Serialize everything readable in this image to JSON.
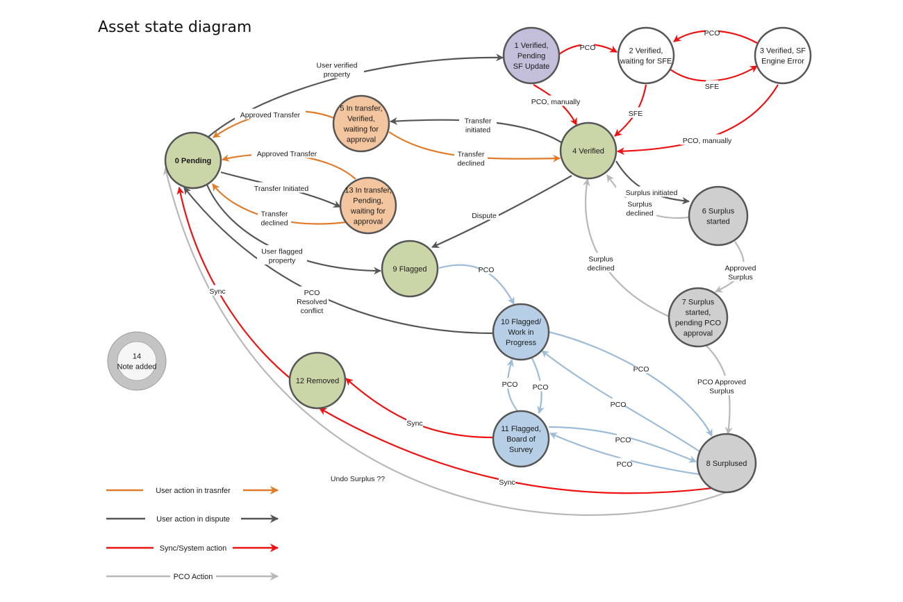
{
  "title": "Asset state diagram",
  "colors": {
    "transfer": "#E07B2A",
    "dispute": "#555555",
    "system": "#EE1111",
    "pco": "#B8B8B8",
    "pco_blue": "#9DBCD8",
    "node_border": "#555555",
    "fill_green": "#CBD6A8",
    "fill_purple": "#C3BEDA",
    "fill_orange": "#F4C6A0",
    "fill_blue": "#B7CFE6",
    "fill_gray": "#CFCFCF",
    "fill_white": "#FFFFFF"
  },
  "nodes": [
    {
      "id": "n0",
      "lines": [
        "0 Pending"
      ],
      "fill": "fill_green",
      "bold": true
    },
    {
      "id": "n1",
      "lines": [
        "1 Verified,",
        "Pending",
        "SF Update"
      ],
      "fill": "fill_purple"
    },
    {
      "id": "n2",
      "lines": [
        "2 Verified,",
        "waiting for SFE"
      ],
      "fill": "fill_white"
    },
    {
      "id": "n3",
      "lines": [
        "3 Verified, SF",
        "Engine Error"
      ],
      "fill": "fill_white"
    },
    {
      "id": "n4",
      "lines": [
        "4 Verified"
      ],
      "fill": "fill_green"
    },
    {
      "id": "n5",
      "lines": [
        "5 In transfer,",
        "Verified,",
        "waiting for",
        "approval"
      ],
      "fill": "fill_orange"
    },
    {
      "id": "n6",
      "lines": [
        "6 Surplus",
        "started"
      ],
      "fill": "fill_gray"
    },
    {
      "id": "n7",
      "lines": [
        "7 Surplus",
        "started,",
        "pending PCO",
        "approval"
      ],
      "fill": "fill_gray"
    },
    {
      "id": "n8",
      "lines": [
        "8 Surplused"
      ],
      "fill": "fill_gray"
    },
    {
      "id": "n9",
      "lines": [
        "9 Flagged"
      ],
      "fill": "fill_green"
    },
    {
      "id": "n10",
      "lines": [
        "10 Flagged/",
        "Work in",
        "Progress"
      ],
      "fill": "fill_blue"
    },
    {
      "id": "n11",
      "lines": [
        "11 Flagged,",
        "Board of",
        "Survey"
      ],
      "fill": "fill_blue"
    },
    {
      "id": "n12",
      "lines": [
        "12 Removed"
      ],
      "fill": "fill_green"
    },
    {
      "id": "n13",
      "lines": [
        "13 In transfer,",
        "Pending,",
        "waiting for",
        "approval"
      ],
      "fill": "fill_orange"
    },
    {
      "id": "n14",
      "lines": [
        "14",
        "Note added"
      ],
      "fill": "fill_white",
      "ring": true
    }
  ],
  "edges": [
    {
      "from": "n0",
      "to": "n1",
      "type": "dispute",
      "lines": [
        "User verified",
        "property"
      ]
    },
    {
      "from": "n1",
      "to": "n2",
      "type": "system",
      "lines": [
        "PCO"
      ]
    },
    {
      "from": "n3",
      "to": "n2",
      "type": "system",
      "lines": [
        "PCO"
      ]
    },
    {
      "from": "n2",
      "to": "n3",
      "type": "system",
      "lines": [
        "SFE"
      ]
    },
    {
      "from": "n1",
      "to": "n4",
      "type": "system",
      "lines": [
        "PCO, manually"
      ]
    },
    {
      "from": "n2",
      "to": "n4",
      "type": "system",
      "lines": [
        "SFE"
      ]
    },
    {
      "from": "n3",
      "to": "n4",
      "type": "system",
      "lines": [
        "PCO, manually"
      ]
    },
    {
      "from": "n5",
      "to": "n0",
      "type": "transfer",
      "lines": [
        "Approved Transfer"
      ]
    },
    {
      "from": "n4",
      "to": "n5",
      "type": "dispute",
      "lines": [
        "Transfer",
        "initiated"
      ]
    },
    {
      "from": "n5",
      "to": "n4",
      "type": "transfer",
      "lines": [
        "Transfer",
        "declined"
      ]
    },
    {
      "from": "n13",
      "to": "n0",
      "type": "transfer",
      "lines": [
        "Approved Transfer"
      ]
    },
    {
      "from": "n0",
      "to": "n13",
      "type": "dispute",
      "lines": [
        "Transfer Initiated"
      ]
    },
    {
      "from": "n13",
      "to": "n0",
      "type": "transfer",
      "lines": [
        "Transfer",
        "declined"
      ]
    },
    {
      "from": "n4",
      "to": "n9",
      "type": "dispute",
      "lines": [
        "Dispute"
      ]
    },
    {
      "from": "n0",
      "to": "n9",
      "type": "dispute",
      "lines": [
        "User flagged",
        "property"
      ]
    },
    {
      "from": "n10",
      "to": "n0",
      "type": "dispute",
      "lines": [
        "PCO",
        "Resolved",
        "conflict"
      ]
    },
    {
      "from": "n12",
      "to": "n0",
      "type": "system",
      "lines": [
        "Sync"
      ]
    },
    {
      "from": "n8",
      "to": "n0",
      "type": "pco",
      "lines": [
        "Undo Surplus ??"
      ]
    },
    {
      "from": "n4",
      "to": "n6",
      "type": "dispute",
      "lines": [
        "Surplus initiated"
      ]
    },
    {
      "from": "n6",
      "to": "n4",
      "type": "pco",
      "lines": [
        "Surplus",
        "declined"
      ]
    },
    {
      "from": "n6",
      "to": "n7",
      "type": "pco",
      "lines": [
        "Approved",
        "Surplus"
      ]
    },
    {
      "from": "n7",
      "to": "n4",
      "type": "pco",
      "lines": [
        "Surplus",
        "declined"
      ]
    },
    {
      "from": "n7",
      "to": "n8",
      "type": "pco",
      "lines": [
        "PCO Approved",
        "Surplus"
      ]
    },
    {
      "from": "n9",
      "to": "n10",
      "type": "pco_blue",
      "lines": [
        "PCO"
      ]
    },
    {
      "from": "n11",
      "to": "n10",
      "type": "pco_blue",
      "lines": [
        "PCO"
      ]
    },
    {
      "from": "n10",
      "to": "n11",
      "type": "pco_blue",
      "lines": [
        "PCO"
      ]
    },
    {
      "from": "n10",
      "to": "n8",
      "type": "pco_blue",
      "lines": [
        "PCO"
      ]
    },
    {
      "from": "n8",
      "to": "n10",
      "type": "pco_blue",
      "lines": [
        "PCO"
      ]
    },
    {
      "from": "n11",
      "to": "n8",
      "type": "pco_blue",
      "lines": [
        "PCO"
      ]
    },
    {
      "from": "n8",
      "to": "n11",
      "type": "pco_blue",
      "lines": [
        "PCO"
      ]
    },
    {
      "from": "n11",
      "to": "n12",
      "type": "system",
      "lines": [
        "Sync"
      ]
    },
    {
      "from": "n8",
      "to": "n12",
      "type": "system",
      "lines": [
        "Sync"
      ]
    }
  ],
  "legend": [
    {
      "label": "User action in trasnfer",
      "type": "transfer"
    },
    {
      "label": "User action in dispute",
      "type": "dispute"
    },
    {
      "label": "Sync/System action",
      "type": "system"
    },
    {
      "label": "PCO Action",
      "type": "pco"
    }
  ]
}
